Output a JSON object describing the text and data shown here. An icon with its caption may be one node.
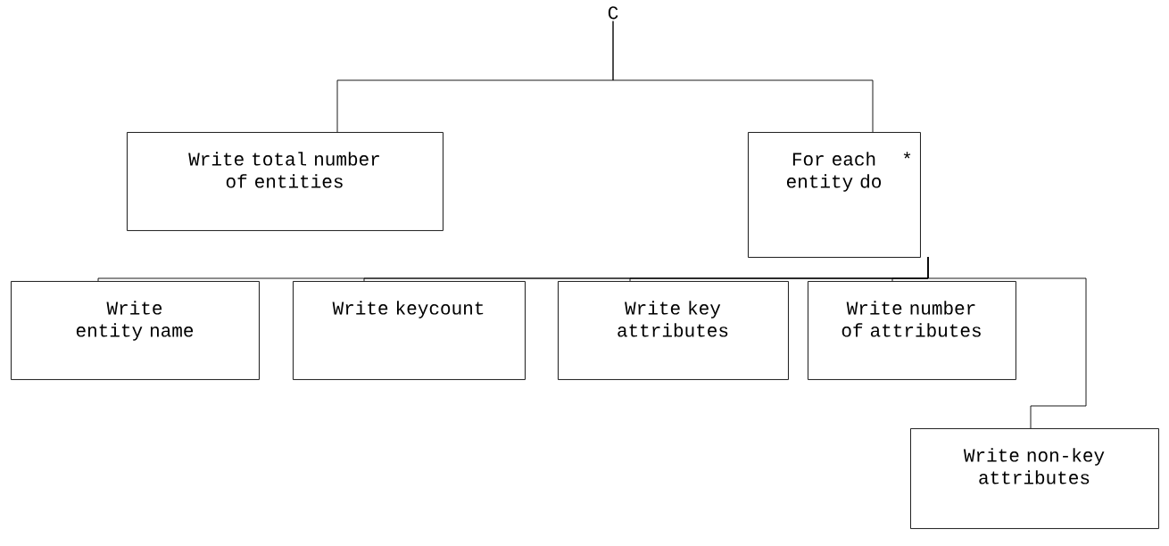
{
  "diagram": {
    "nodes": [
      {
        "text": [
          "C"
        ]
      },
      {
        "text": [
          "Write total number of entities"
        ]
      },
      {
        "text": [
          "For each entity do",
          "*"
        ]
      },
      {
        "text": [
          "Write entity name"
        ]
      },
      {
        "text": [
          "Write keycount"
        ]
      },
      {
        "text": [
          "Write key attributes"
        ]
      },
      {
        "text": [
          "Write number of attributes"
        ]
      },
      {
        "text": [
          "Write non-key attributes"
        ]
      }
    ],
    "edges": [
      {
        "from": 0,
        "to": 1,
        "arrow": "none"
      },
      {
        "from": 0,
        "to": 2,
        "arrow": "none"
      },
      {
        "from": 2,
        "to": 3,
        "arrow": "none"
      },
      {
        "from": 2,
        "to": 4,
        "arrow": "none"
      },
      {
        "from": 2,
        "to": 5,
        "arrow": "none"
      },
      {
        "from": 2,
        "to": 6,
        "arrow": "none"
      },
      {
        "from": 2,
        "to": 7,
        "arrow": "none"
      }
    ]
  }
}
